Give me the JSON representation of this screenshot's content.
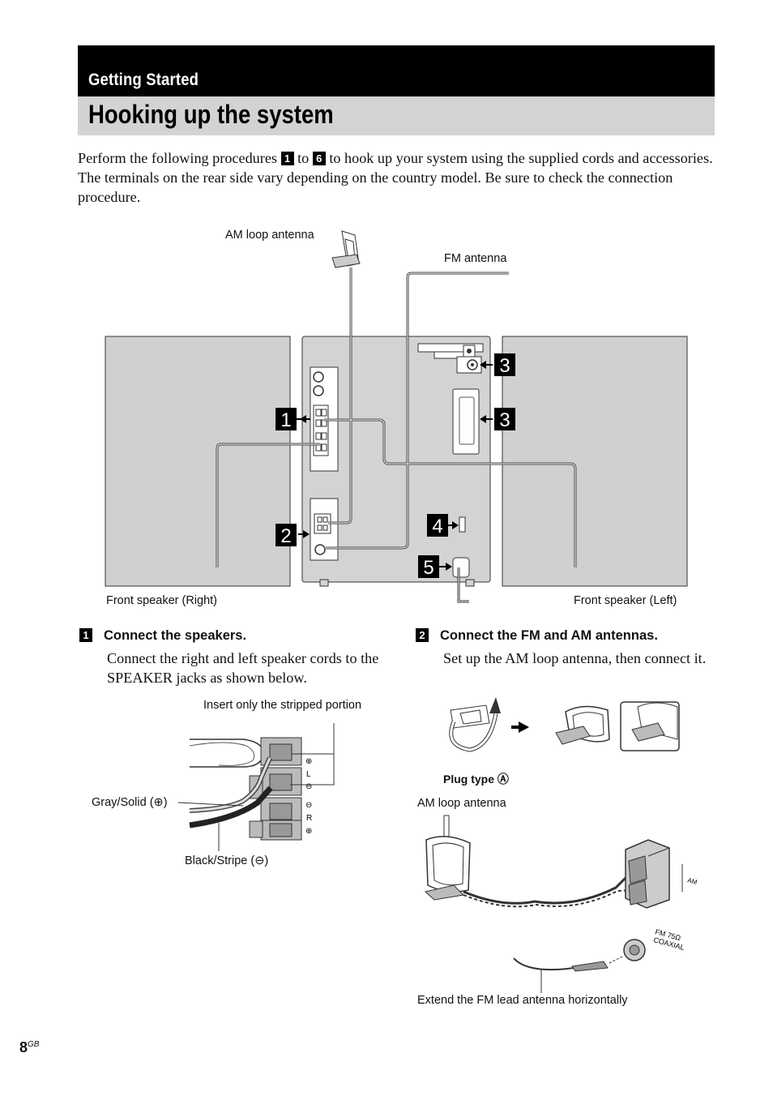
{
  "header": {
    "section": "Getting Started",
    "title": "Hooking up the system"
  },
  "intro": {
    "part1": "Perform the following procedures ",
    "step_from": "1",
    "part2": " to ",
    "step_to": "6",
    "part3": " to hook up your system using the supplied cords and accessories. The terminals on the rear side vary depending on the country model. Be sure to check the connection procedure."
  },
  "diagram": {
    "am_loop_antenna": "AM loop antenna",
    "fm_antenna": "FM antenna",
    "front_speaker_right": "Front speaker (Right)",
    "front_speaker_left": "Front speaker (Left)",
    "callouts": [
      "1",
      "2",
      "3",
      "3",
      "4",
      "5"
    ]
  },
  "step1": {
    "number": "1",
    "heading": "Connect the speakers.",
    "body": "Connect the right and left speaker cords to the SPEAKER jacks as shown below.",
    "insert_label": "Insert only the stripped portion",
    "gray_label": "Gray/Solid (⊕)",
    "black_label": "Black/Stripe (⊖)",
    "terminal_marks": "⊕ L ⊖ ⊖ R ⊕"
  },
  "step2": {
    "number": "2",
    "heading": "Connect the FM and AM antennas.",
    "body": "Set up the AM loop antenna, then connect it.",
    "plug_type": "Plug type Ⓐ",
    "am_loop_antenna": "AM loop antenna",
    "am_mark": "AM",
    "fm_coaxial_line1": "FM 75Ω",
    "fm_coaxial_line2": "COAXIAL",
    "fm_lead": "Extend the FM lead antenna horizontally"
  },
  "footer": {
    "page": "8",
    "suffix": "GB"
  }
}
